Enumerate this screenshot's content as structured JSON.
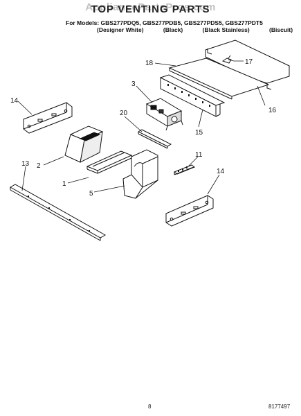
{
  "watermark": "AppliancePartsPros.com",
  "title": "TOP VENTING PARTS",
  "models_line": "For Models: GBS277PDQ5, GBS277PDB5, GBS277PDS5, GBS277PDT5",
  "finishes": [
    "(Designer White)",
    "(Black)",
    "(Black Stainless)",
    "(Biscuit)"
  ],
  "callouts": {
    "c1": "1",
    "c2": "2",
    "c3": "3",
    "c5": "5",
    "c11": "11",
    "c13": "13",
    "c14a": "14",
    "c14b": "14",
    "c15": "15",
    "c16": "16",
    "c17": "17",
    "c18": "18",
    "c20": "20"
  },
  "page_number": "8",
  "document_number": "8177497"
}
